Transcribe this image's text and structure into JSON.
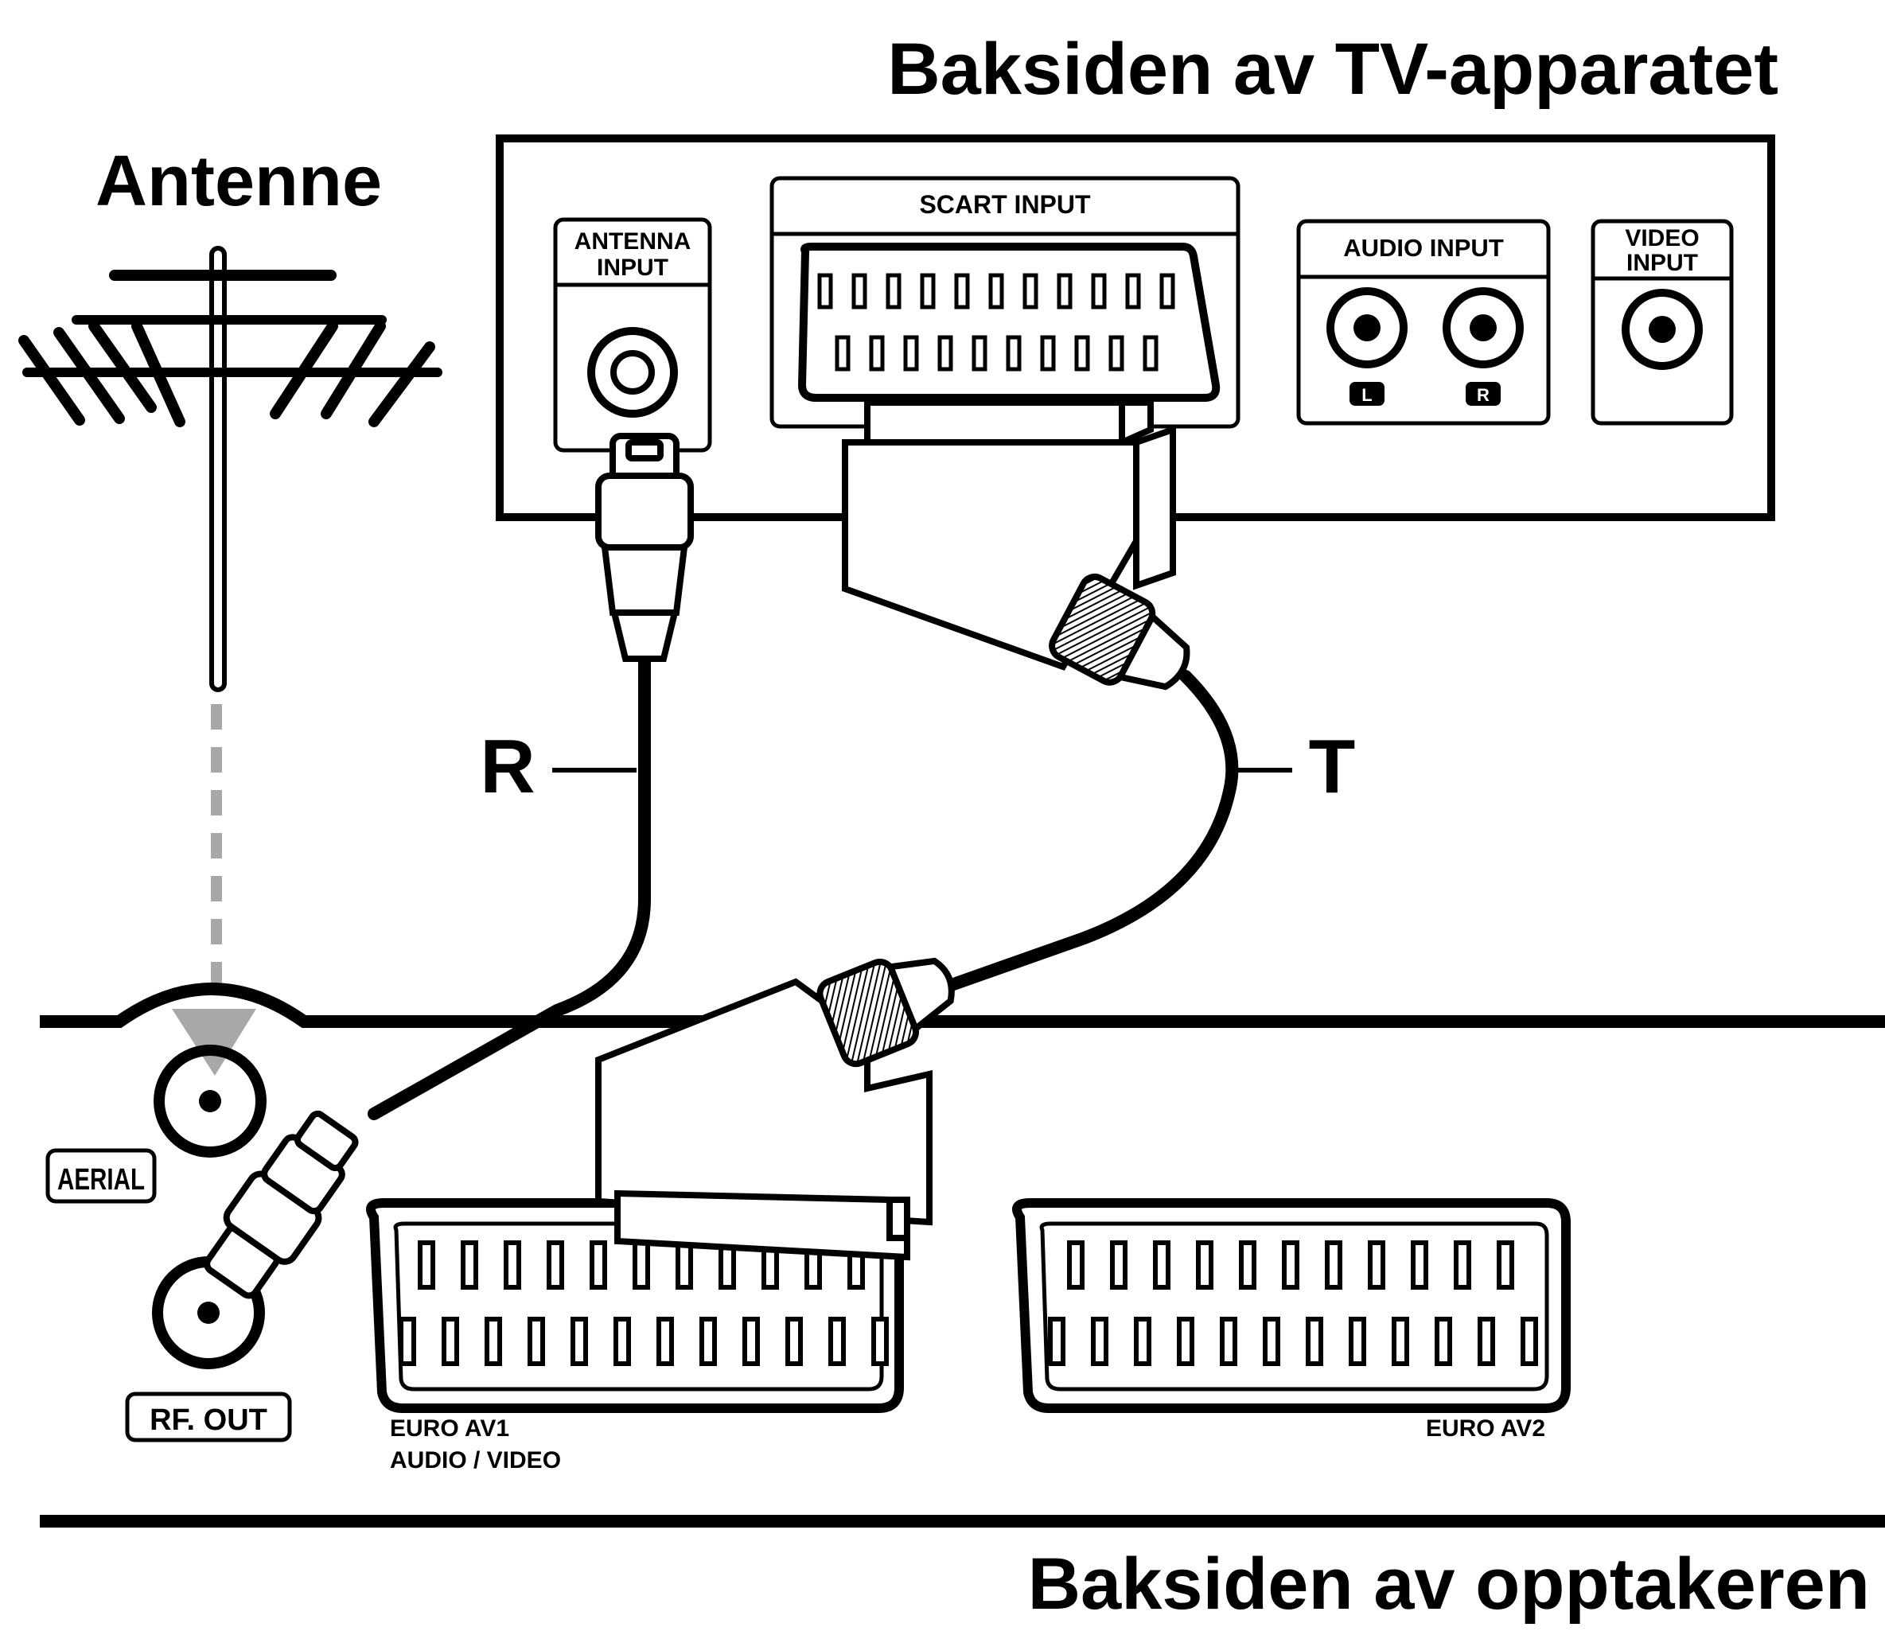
{
  "titles": {
    "tv_back": "Baksiden av TV-apparatet",
    "recorder_back": "Baksiden av opptakeren",
    "antenna": "Antenne"
  },
  "tv_panel": {
    "antenna_input": [
      "ANTENNA",
      "INPUT"
    ],
    "scart_input": "SCART INPUT",
    "audio_input": "AUDIO INPUT",
    "audio_left": "L",
    "audio_right": "R",
    "video_input": [
      "VIDEO",
      "INPUT"
    ]
  },
  "recorder_panel": {
    "aerial": "AERIAL",
    "rf_out": "RF. OUT",
    "euro_av1": [
      "EURO AV1",
      "AUDIO / VIDEO"
    ],
    "euro_av2": "EURO AV2"
  },
  "cables": {
    "rf_cable": "R",
    "scart_cable": "T"
  },
  "colors": {
    "line": "#000000",
    "background": "#ffffff",
    "arrow": "#a8a8a8"
  }
}
